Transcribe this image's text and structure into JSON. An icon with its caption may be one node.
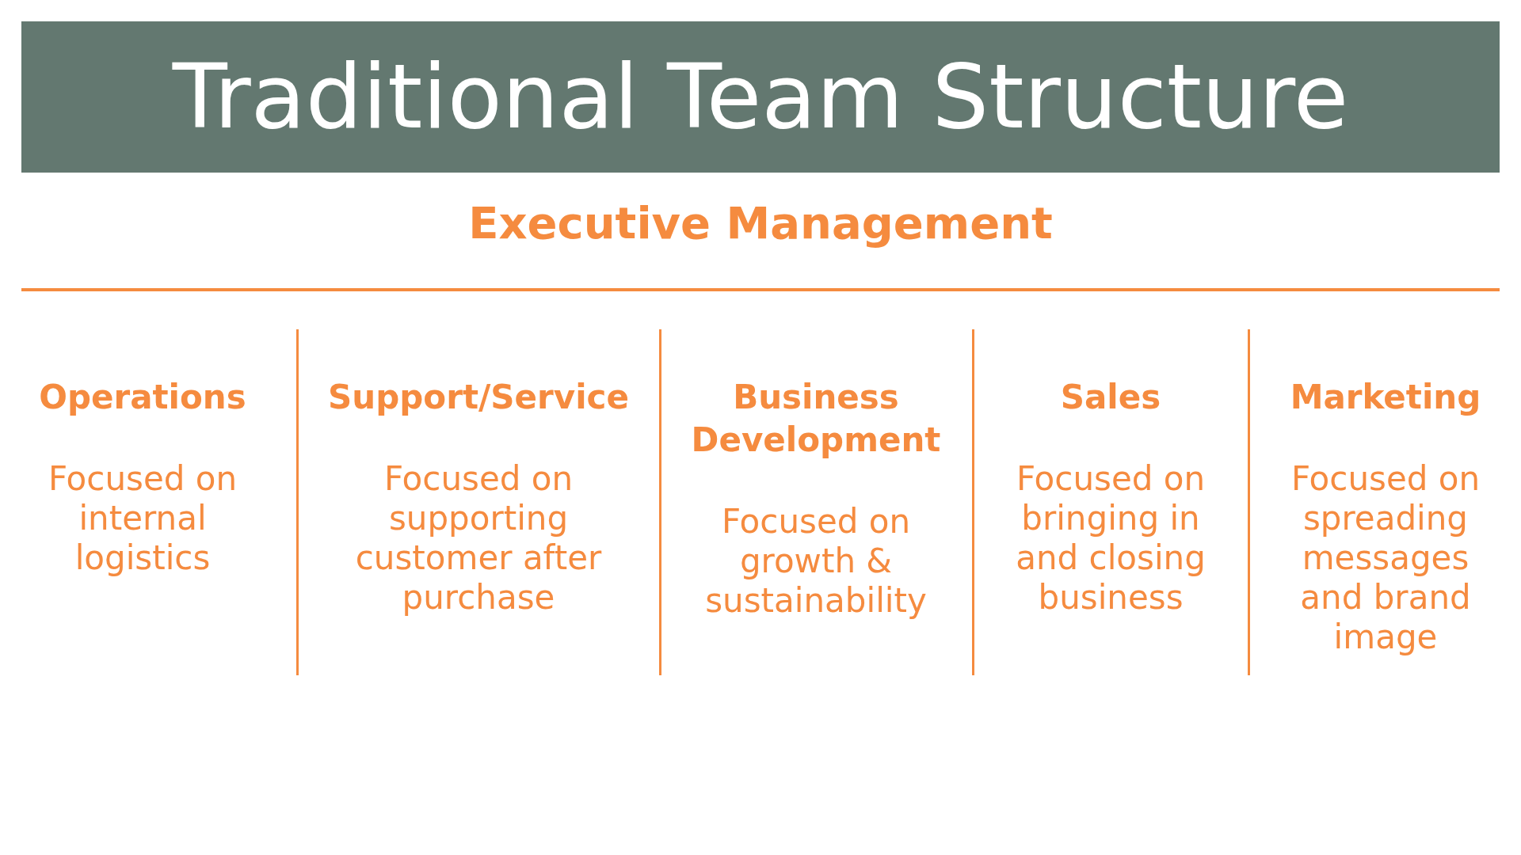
{
  "diagram": {
    "title": "Traditional Team Structure",
    "labels": [
      "Executive Management",
      "Operations",
      "Focused on internal logistics",
      "Support/Service",
      "Focused on supporting customer after purchase",
      "Business Development",
      "Focused on growth & sustainability",
      "Sales",
      "Focused on bringing in and closing business",
      "Marketing",
      "Focused on spreading messages and brand image"
    ]
  }
}
